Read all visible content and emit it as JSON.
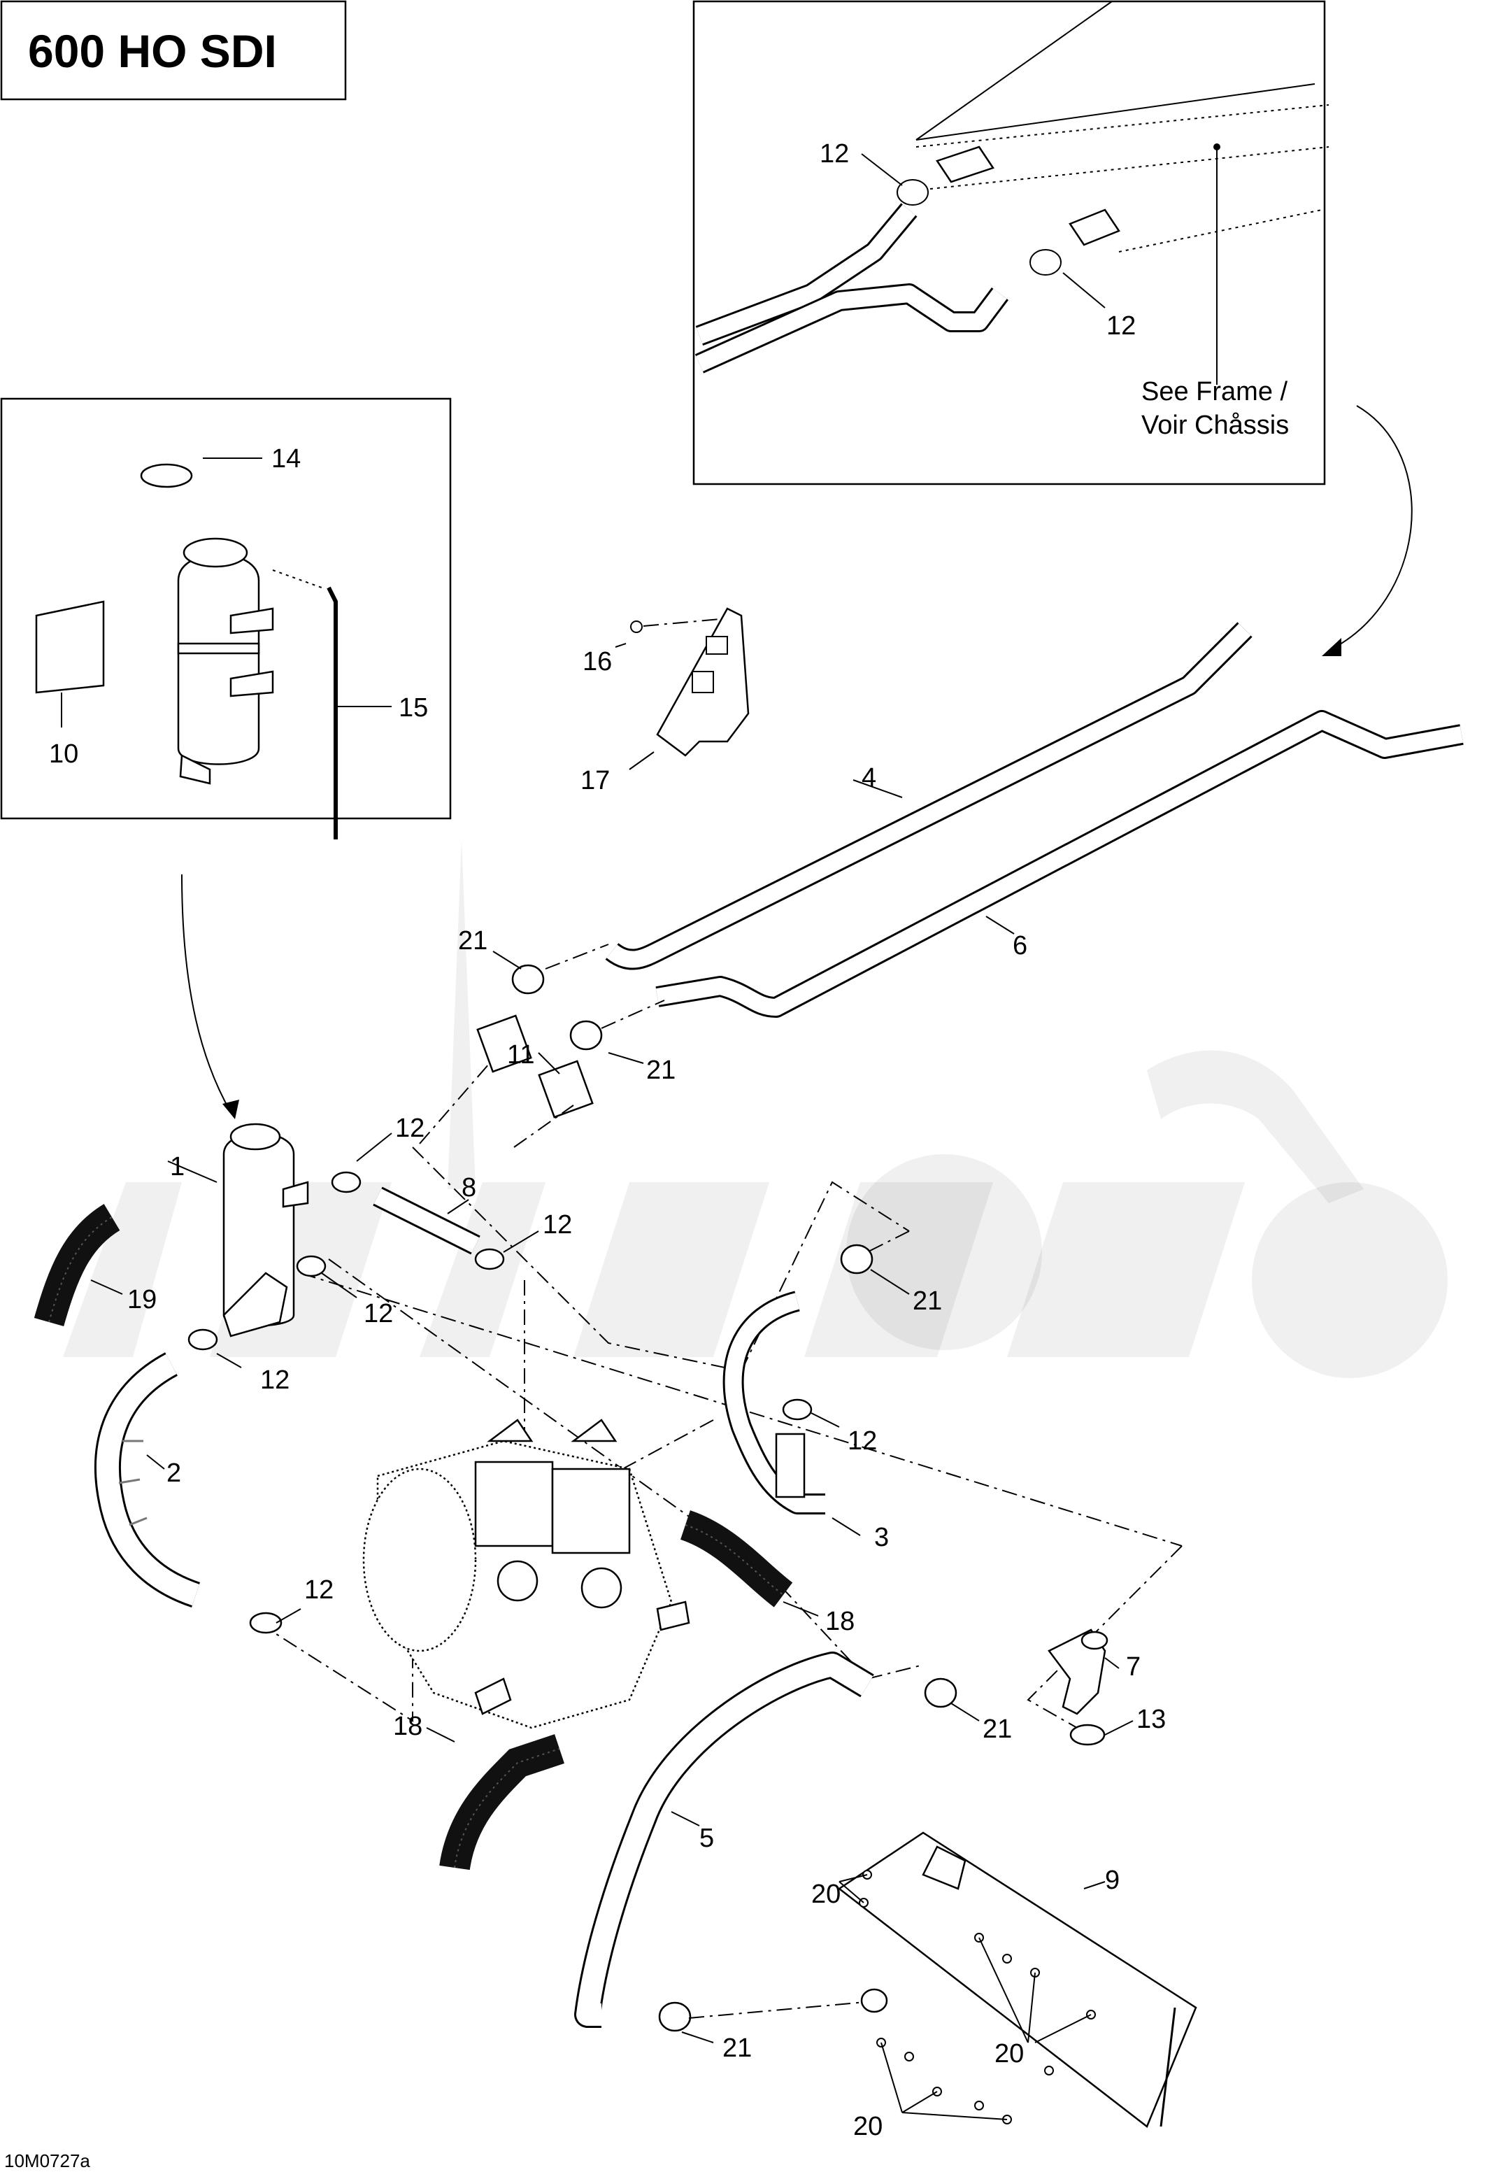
{
  "title": "600 HO SDI",
  "drawing_code": "10M0727a",
  "frame_note": [
    "See Frame /",
    "Voir Chåssis"
  ],
  "callouts": {
    "c1": "1",
    "c2": "2",
    "c3": "3",
    "c4": "4",
    "c5": "5",
    "c6": "6",
    "c7": "7",
    "c8": "8",
    "c9": "9",
    "c10": "10",
    "c11": "11",
    "c12": "12",
    "c13": "13",
    "c14": "14",
    "c15": "15",
    "c16": "16",
    "c17": "17",
    "c18": "18",
    "c19": "19",
    "c20": "20",
    "c21": "21"
  },
  "colors": {
    "ink": "#000000",
    "paper": "#ffffff"
  }
}
